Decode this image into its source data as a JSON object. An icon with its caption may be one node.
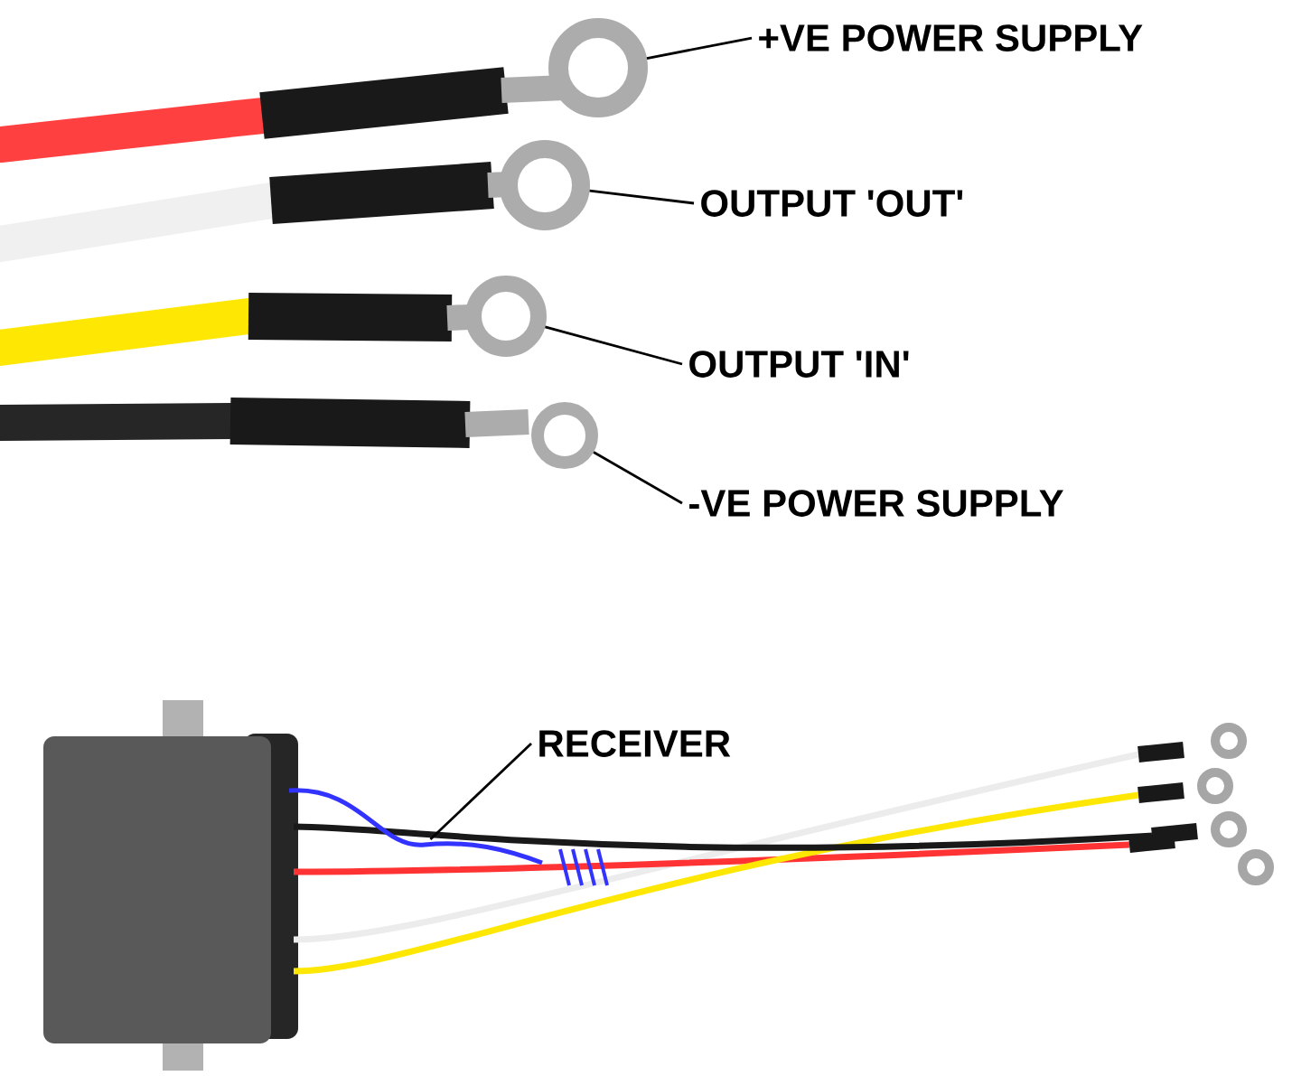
{
  "diagram": {
    "nodes": [
      {
        "text": [
          "+VE POWER SUPPLY"
        ]
      },
      {
        "text": [
          "OUTPUT 'OUT'"
        ]
      },
      {
        "text": [
          "OUTPUT 'IN'"
        ]
      },
      {
        "text": [
          "-VE POWER SUPPLY"
        ]
      },
      {
        "text": [
          "RECEIVER"
        ]
      },
      {
        "text": [],
        "shape": "circle"
      },
      {
        "text": [],
        "shape": "circle"
      },
      {
        "text": [],
        "shape": "circle"
      },
      {
        "text": [],
        "shape": "circle"
      },
      {
        "text": [],
        "shape": "picture"
      }
    ],
    "edges": [
      {
        "from": 0,
        "to": 5,
        "arrow": "none"
      },
      {
        "from": 1,
        "to": 6,
        "arrow": "none"
      },
      {
        "from": 2,
        "to": 7,
        "arrow": "none"
      },
      {
        "from": 3,
        "to": 8,
        "arrow": "none"
      },
      {
        "from": 4,
        "to": 9,
        "arrow": "none"
      }
    ]
  }
}
